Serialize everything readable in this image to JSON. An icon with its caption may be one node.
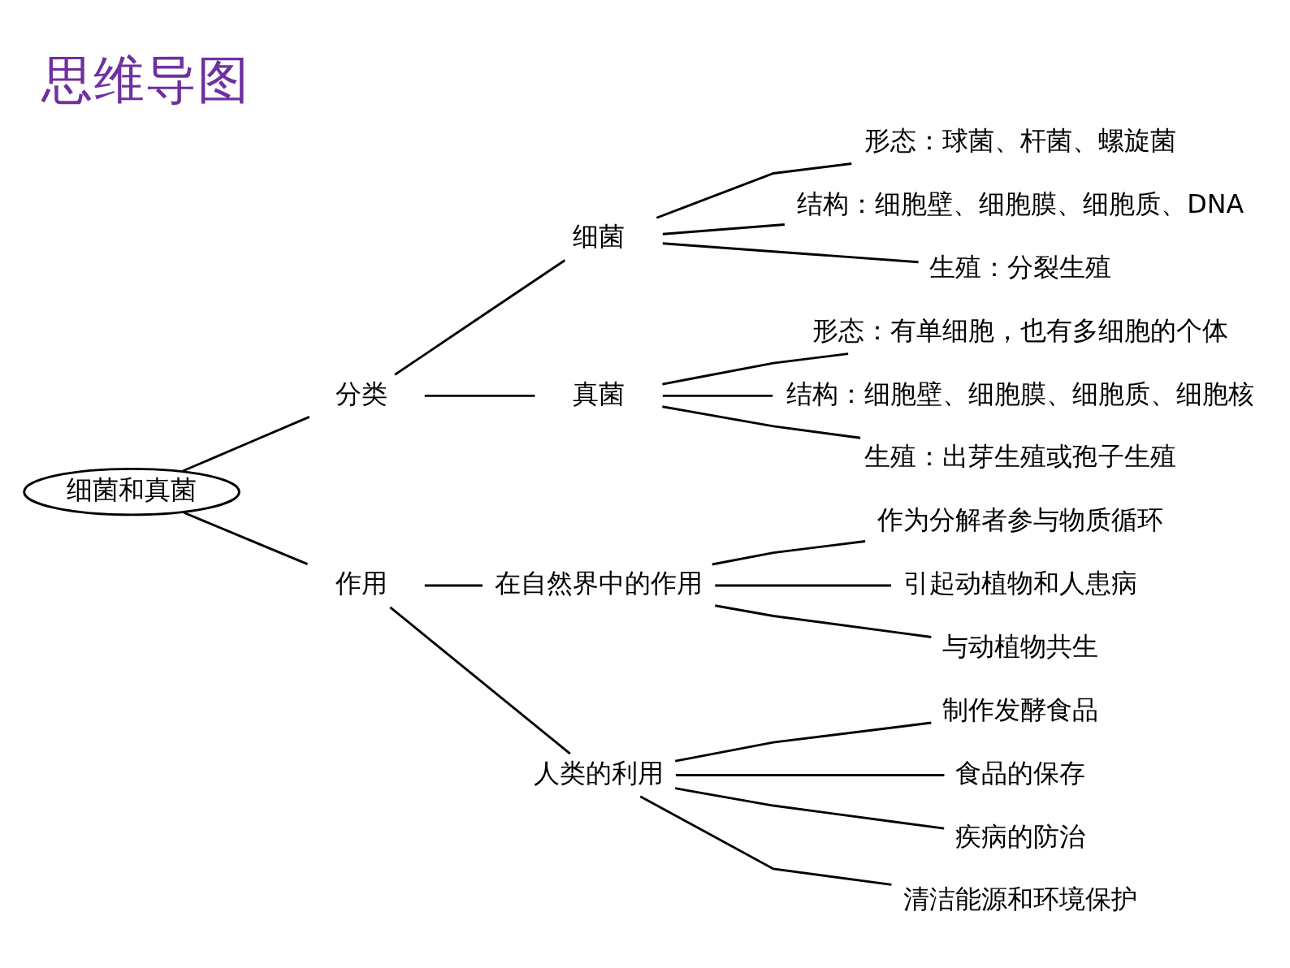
{
  "diagram": {
    "title": "思维导图",
    "nodes": [
      {
        "text": [
          "细菌和真菌"
        ]
      },
      {
        "text": [
          "分类"
        ]
      },
      {
        "text": [
          "细菌"
        ]
      },
      {
        "text": [
          "形态：球菌、杆菌、螺旋菌"
        ]
      },
      {
        "text": [
          "结构：细胞壁、细胞膜、细胞质、DNA"
        ]
      },
      {
        "text": [
          "生殖：分裂生殖"
        ]
      },
      {
        "text": [
          "真菌"
        ]
      },
      {
        "text": [
          "形态：有单细胞，也有多细胞的个体"
        ]
      },
      {
        "text": [
          "结构：细胞壁、细胞膜、细胞质、细胞核"
        ]
      },
      {
        "text": [
          "生殖：出芽生殖或孢子生殖"
        ]
      },
      {
        "text": [
          "作用"
        ]
      },
      {
        "text": [
          "在自然界中的作用"
        ]
      },
      {
        "text": [
          "作为分解者参与物质循环"
        ]
      },
      {
        "text": [
          "引起动植物和人患病"
        ]
      },
      {
        "text": [
          "与动植物共生"
        ]
      },
      {
        "text": [
          "人类的利用"
        ]
      },
      {
        "text": [
          "制作发酵食品"
        ]
      },
      {
        "text": [
          "食品的保存"
        ]
      },
      {
        "text": [
          "疾病的防治"
        ]
      },
      {
        "text": [
          "清洁能源和环境保护"
        ]
      }
    ],
    "edges": [
      {
        "from": 0,
        "to": 1,
        "arrow": "none"
      },
      {
        "from": 0,
        "to": 10,
        "arrow": "none"
      },
      {
        "from": 1,
        "to": 2,
        "arrow": "none"
      },
      {
        "from": 1,
        "to": 6,
        "arrow": "none"
      },
      {
        "from": 2,
        "to": 3,
        "arrow": "none"
      },
      {
        "from": 2,
        "to": 4,
        "arrow": "none"
      },
      {
        "from": 2,
        "to": 5,
        "arrow": "none"
      },
      {
        "from": 6,
        "to": 7,
        "arrow": "none"
      },
      {
        "from": 6,
        "to": 8,
        "arrow": "none"
      },
      {
        "from": 6,
        "to": 9,
        "arrow": "none"
      },
      {
        "from": 10,
        "to": 11,
        "arrow": "none"
      },
      {
        "from": 10,
        "to": 15,
        "arrow": "none"
      },
      {
        "from": 11,
        "to": 12,
        "arrow": "none"
      },
      {
        "from": 11,
        "to": 13,
        "arrow": "none"
      },
      {
        "from": 11,
        "to": 14,
        "arrow": "none"
      },
      {
        "from": 15,
        "to": 16,
        "arrow": "none"
      },
      {
        "from": 15,
        "to": 17,
        "arrow": "none"
      },
      {
        "from": 15,
        "to": 18,
        "arrow": "none"
      },
      {
        "from": 15,
        "to": 19,
        "arrow": "none"
      }
    ]
  }
}
